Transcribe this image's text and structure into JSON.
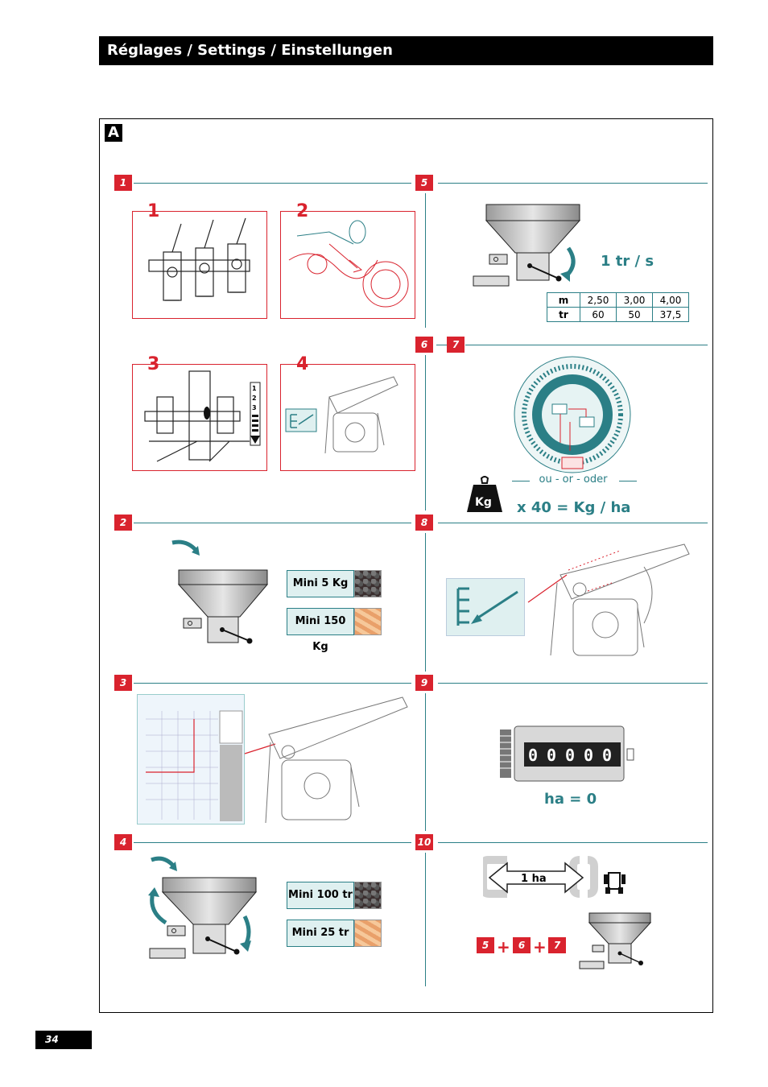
{
  "header": {
    "title": "Réglages / Settings / Einstellungen"
  },
  "section": {
    "label": "A"
  },
  "steps": {
    "s1": "1",
    "s2": "2",
    "s3": "3",
    "s4": "4",
    "s5": "5",
    "s6": "6",
    "s7": "7",
    "s8": "8",
    "s9": "9",
    "s10": "10"
  },
  "sub_images": {
    "n1": "1",
    "n2": "2",
    "n3": "3",
    "n4": "4"
  },
  "dial_scale": [
    "1",
    "2",
    "3"
  ],
  "step2": {
    "mini5": "Mini 5 Kg",
    "mini150": "Mini 150 Kg"
  },
  "step4": {
    "mini100": "Mini 100 tr",
    "mini25": "Mini 25 tr"
  },
  "step5": {
    "speed": "1 tr / s",
    "table": {
      "row1": {
        "head": "m",
        "values": [
          "2,50",
          "3,00",
          "4,00"
        ]
      },
      "row2": {
        "head": "tr",
        "values": [
          "60",
          "50",
          "37,5"
        ]
      }
    }
  },
  "step67": {
    "or_text": "ou - or - oder",
    "formula": "x 40  =  Kg / ha",
    "weight_label": "Kg"
  },
  "step9": {
    "counter": [
      "0",
      "0",
      "0",
      "0",
      "0"
    ],
    "result": "ha = 0"
  },
  "step10": {
    "distance": "1 ha",
    "seq": [
      "5",
      "6",
      "7"
    ],
    "plus": "+"
  },
  "page": {
    "number": "34"
  },
  "colors": {
    "accent": "#d9232e",
    "teal": "#2b7f86",
    "black": "#000000"
  }
}
